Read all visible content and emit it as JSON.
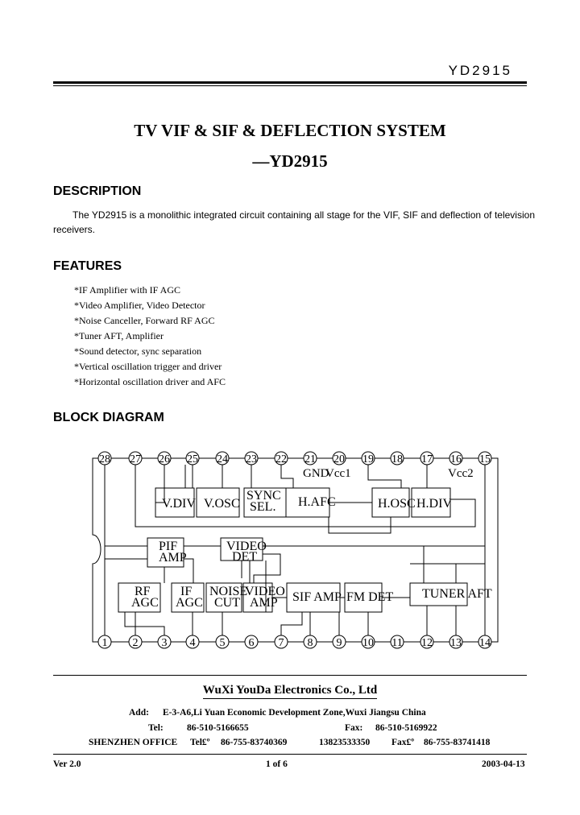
{
  "header": {
    "part_number": "YD2915"
  },
  "title": {
    "line1": "TV VIF & SIF & DEFLECTION SYSTEM",
    "line2": "—YD2915"
  },
  "description": {
    "heading": "DESCRIPTION",
    "text": "The YD2915 is a monolithic integrated circuit containing all stage for the VIF, SIF and deflection of television receivers."
  },
  "features": {
    "heading": "FEATURES",
    "items": [
      "*IF Amplifier with IF AGC",
      "*Video Amplifier, Video Detector",
      "*Noise Canceller, Forward RF AGC",
      "*Tuner AFT, Amplifier",
      "*Sound detector, sync separation",
      "*Vertical oscillation trigger and driver",
      "*Horizontal oscillation driver and AFC"
    ]
  },
  "block_diagram": {
    "heading": "BLOCK DIAGRAM",
    "top_pins": [
      "28",
      "27",
      "26",
      "25",
      "24",
      "23",
      "22",
      "21",
      "20",
      "19",
      "18",
      "17",
      "16",
      "15"
    ],
    "bottom_pins": [
      "1",
      "2",
      "3",
      "4",
      "5",
      "6",
      "7",
      "8",
      "9",
      "10",
      "11",
      "12",
      "13",
      "14"
    ],
    "pin_labels": {
      "gnd": "GND",
      "vcc1": "Vcc1",
      "vcc2": "Vcc2"
    },
    "blocks": {
      "vdiv": "V.DIV",
      "vosc": "V.OSC",
      "sync_sel_1": "SYNC",
      "sync_sel_2": "SEL.",
      "hafc": "H.AFC",
      "hosc": "H.OSC",
      "hdiv": "H.DIV",
      "pif_1": "PIF",
      "pif_2": "AMP",
      "video_det_1": "VIDEO",
      "video_det_2": "DET",
      "rf_agc_1": "RF",
      "rf_agc_2": "AGC",
      "if_agc_1": "IF",
      "if_agc_2": "AGC",
      "noise_cut_1": "NOISE",
      "noise_cut_2": "CUT",
      "video_amp_1": "VIDEO",
      "video_amp_2": "AMP",
      "sif_amp": "SIF AMP",
      "fm_det": "FM DET",
      "tuner_aft": "TUNER AFT"
    }
  },
  "footer": {
    "company": "WuXi YouDa Electronics Co., Ltd",
    "add_label": "Add:",
    "address": "E-3-A6,Li Yuan Economic Development Zone,Wuxi Jiangsu China",
    "tel_label": "Tel:",
    "tel": "86-510-5166655",
    "fax_label": "Fax:",
    "fax": "86-510-5169922",
    "sz_label": "SHENZHEN OFFICE",
    "sz_tel_label": "Tel£º",
    "sz_tel": "86-755-83740369",
    "sz_mobile": "13823533350",
    "sz_fax_label": "Fax£º",
    "sz_fax": "86-755-83741418"
  },
  "page_footer": {
    "version": "Ver 2.0",
    "page": "1 of 6",
    "date": "2003-04-13"
  }
}
